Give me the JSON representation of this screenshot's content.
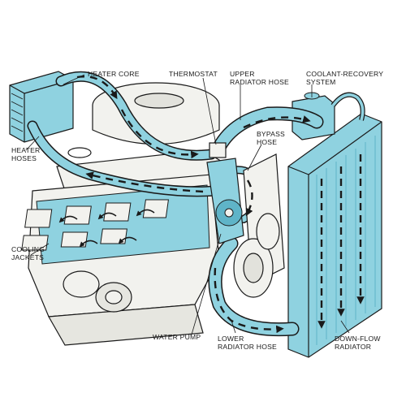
{
  "labels": {
    "heater_core": "HEATER CORE",
    "thermostat": "THERMOSTAT",
    "upper_hose_1": "UPPER",
    "upper_hose_2": "RADIATOR HOSE",
    "recovery_1": "COOLANT-RECOVERY",
    "recovery_2": "SYSTEM",
    "bypass_1": "BYPASS",
    "bypass_2": "HOSE",
    "heater_hoses_1": "HEATER",
    "heater_hoses_2": "HOSES",
    "cooling_1": "COOLING",
    "cooling_2": "JACKETS",
    "water_pump": "WATER PUMP",
    "lower_hose_1": "LOWER",
    "lower_hose_2": "RADIATOR HOSE",
    "downflow_1": "DOWN-FLOW",
    "downflow_2": "RADIATOR"
  },
  "colors": {
    "coolant": "#8fd2e0",
    "coolant_dark": "#5fb4c8",
    "engine_fill": "#f2f2ee",
    "ink": "#1a1a1a"
  }
}
